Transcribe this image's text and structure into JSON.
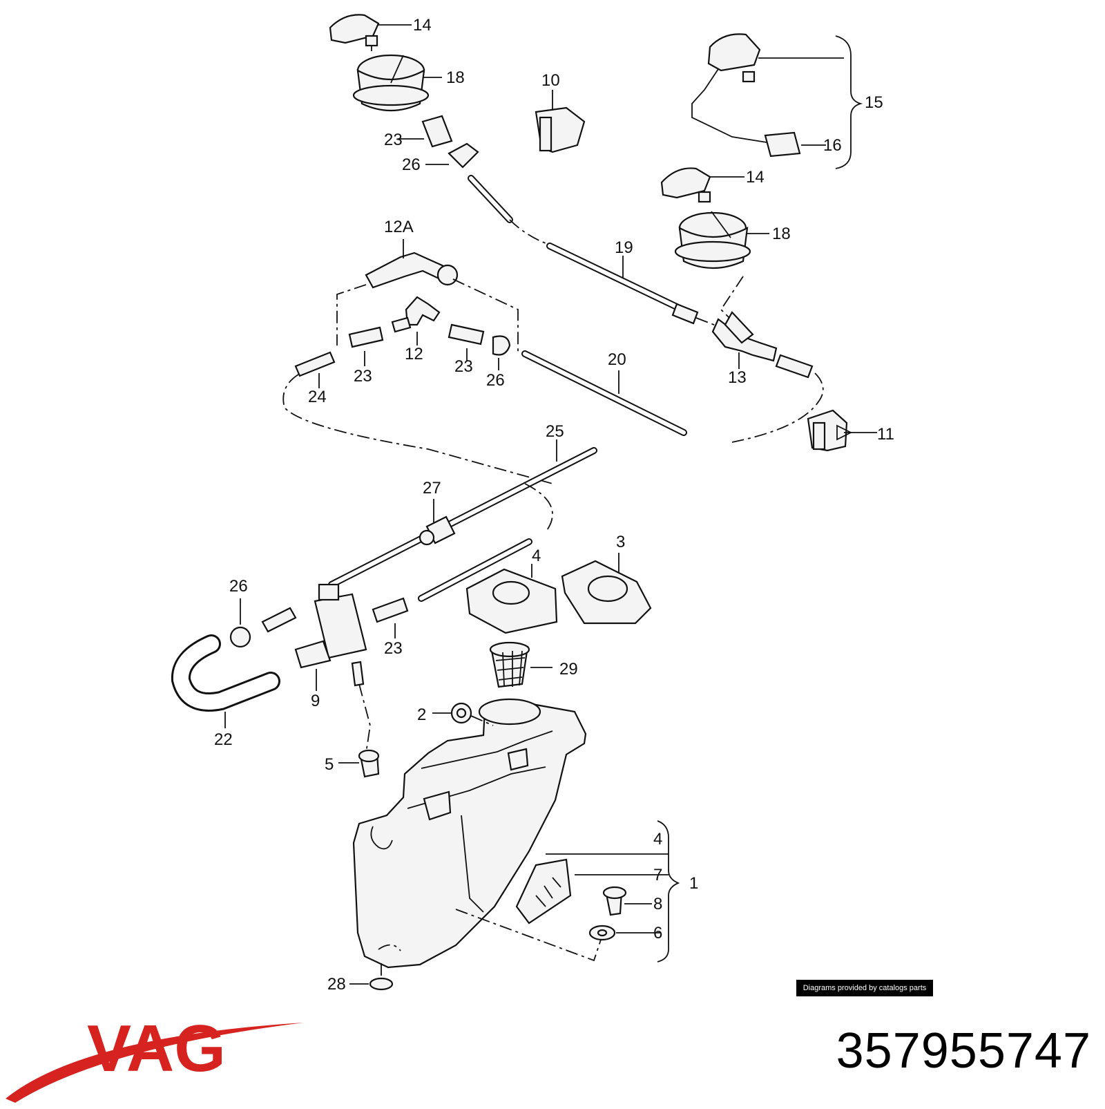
{
  "diagram": {
    "callouts": [
      "14",
      "18",
      "23",
      "26",
      "10",
      "15",
      "16",
      "14",
      "18",
      "12A",
      "19",
      "12",
      "23",
      "26",
      "24",
      "23",
      "20",
      "13",
      "11",
      "25",
      "27",
      "26",
      "4",
      "3",
      "23",
      "29",
      "9",
      "22",
      "2",
      "5",
      "4",
      "7",
      "1",
      "8",
      "6",
      "28"
    ]
  },
  "credit": "Diagrams provided by catalogs parts",
  "brand": "VAG",
  "part_number": "357955747",
  "colors": {
    "brand_red": "#d6231f",
    "ink": "#111111"
  }
}
